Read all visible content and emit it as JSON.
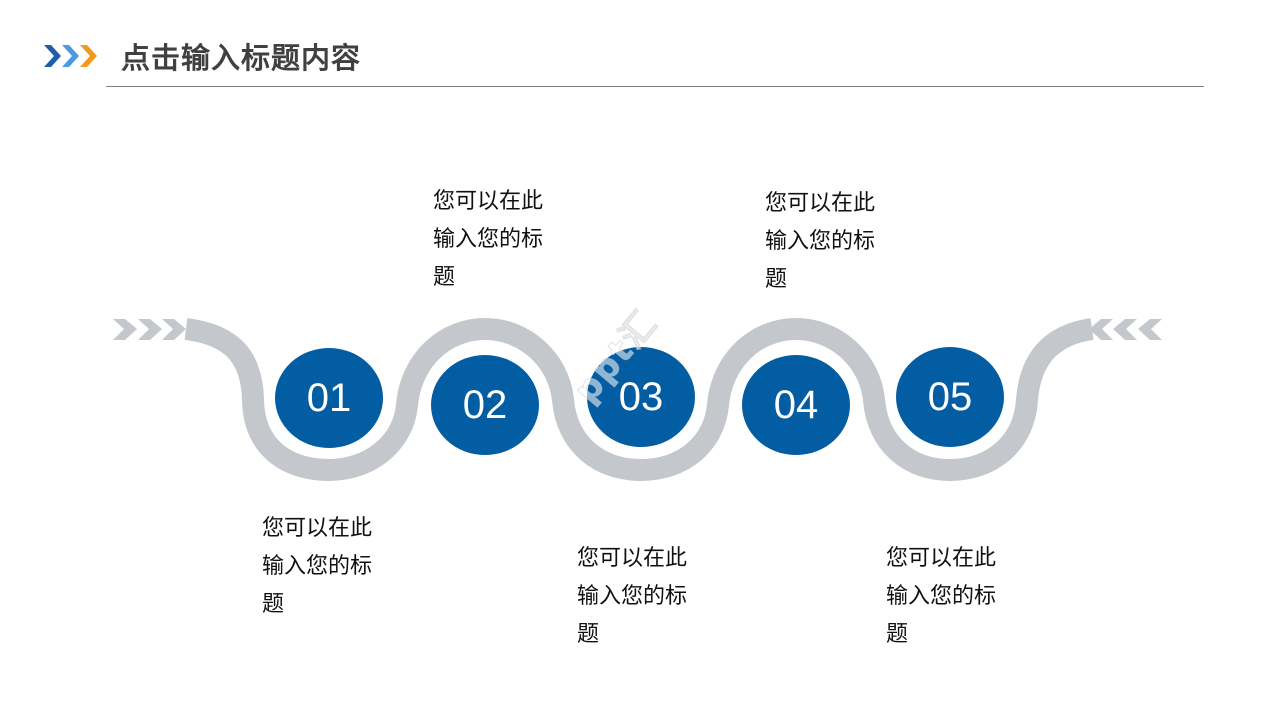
{
  "header": {
    "title": "点击输入标题内容",
    "icon": "triple-chevron-right-icon",
    "icon_colors": [
      "#1F5FA8",
      "#4A9BE0",
      "#F39A1E"
    ]
  },
  "colors": {
    "step_fill": "#035DA3",
    "track": "#C4C7CB",
    "rule": "#7F7F7F",
    "title_text": "#404040"
  },
  "steps": [
    {
      "number": "01",
      "text_line1": "您可以在此",
      "text_line2": "输入您的标",
      "text_line3": "题"
    },
    {
      "number": "02",
      "text_line1": "您可以在此",
      "text_line2": "输入您的标",
      "text_line3": "题"
    },
    {
      "number": "03",
      "text_line1": "您可以在此",
      "text_line2": "输入您的标",
      "text_line3": "题"
    },
    {
      "number": "04",
      "text_line1": "您可以在此",
      "text_line2": "输入您的标",
      "text_line3": "题"
    },
    {
      "number": "05",
      "text_line1": "您可以在此",
      "text_line2": "输入您的标",
      "text_line3": "题"
    }
  ],
  "watermark": "ppt汇"
}
